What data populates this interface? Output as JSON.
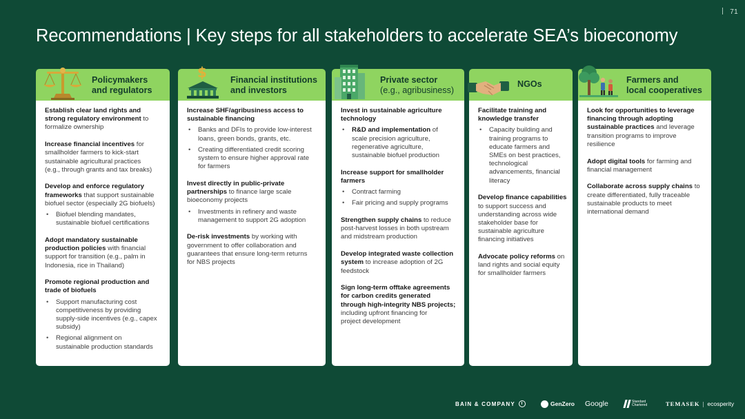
{
  "page_number": "71",
  "title": "Recommendations | Key steps for all stakeholders to accelerate SEA’s bioeconomy",
  "columns": [
    {
      "header": [
        "Policymakers",
        "and regulators"
      ],
      "icon": "scales-justice-icon",
      "blocks": [
        {
          "lines": [
            {
              "b": "Establish clear land rights and"
            },
            {
              "b": "strong regulatory environment",
              "n": " to"
            },
            {
              "n": "formalize ownership"
            }
          ]
        },
        {
          "lines": [
            {
              "b": "Increase financial incentives",
              "n": " for"
            },
            {
              "n": "smallholder farmers to kick-start"
            },
            {
              "n": "sustainable agricultural practices"
            },
            {
              "n": "(e.g., through grants and tax breaks)"
            }
          ]
        },
        {
          "lines": [
            {
              "b": "Develop and enforce regulatory"
            },
            {
              "b": "frameworks",
              "n": " that support sustainable"
            },
            {
              "n": "biofuel sector (especially 2G biofuels)"
            }
          ],
          "bullets": [
            [
              "Biofuel blending mandates,",
              "sustainable biofuel certifications"
            ]
          ]
        },
        {
          "lines": [
            {
              "b": "Adopt mandatory sustainable"
            },
            {
              "b": "production policies",
              "n": " with financial"
            },
            {
              "n": "support for transition (e.g., palm in"
            },
            {
              "n": "Indonesia, rice in Thailand)"
            }
          ]
        },
        {
          "lines": [
            {
              "b": "Promote regional production and"
            },
            {
              "b": "trade of biofuels"
            }
          ],
          "bullets": [
            [
              "Support manufacturing cost",
              "competitiveness by providing",
              "supply-side incentives (e.g., capex",
              "subsidy)"
            ],
            [
              "Regional alignment on",
              "sustainable production standards"
            ]
          ]
        }
      ]
    },
    {
      "header": [
        "Financial institutions",
        "and investors"
      ],
      "icon": "bank-money-icon",
      "blocks": [
        {
          "lines": [
            {
              "b": "Increase SHF/agribusiness access to"
            },
            {
              "b": "sustainable financing"
            }
          ],
          "bullets": [
            [
              "Banks and DFIs to provide low-interest",
              "loans, green bonds, grants, etc."
            ],
            [
              "Creating differentiated credit scoring",
              "system to ensure higher approval rate",
              "for farmers"
            ]
          ]
        },
        {
          "lines": [
            {
              "b": "Invest directly in public-private"
            },
            {
              "b": "partnerships",
              "n": " to finance large scale"
            },
            {
              "n": "bioeconomy projects"
            }
          ],
          "bullets": [
            [
              "Investments in refinery and waste",
              "management to support 2G adoption"
            ]
          ]
        },
        {
          "lines": [
            {
              "b": "De-risk investments",
              "n": " by working with"
            },
            {
              "n": "government to offer collaboration and"
            },
            {
              "n": "guarantees that ensure long-term returns"
            },
            {
              "n": "for NBS projects"
            }
          ]
        }
      ]
    },
    {
      "header": [
        "Private sector",
        "(e.g., agribusiness)"
      ],
      "icon": "office-building-icon",
      "blocks": [
        {
          "lines": [
            {
              "b": "Invest in sustainable agriculture"
            },
            {
              "b": "technology"
            }
          ],
          "bullets": [
            [
              "@R&D and implementation@ of",
              "scale precision agriculture,",
              "regenerative agriculture,",
              "sustainable biofuel production"
            ]
          ]
        },
        {
          "lines": [
            {
              "b": "Increase support for smallholder"
            },
            {
              "b": "farmers"
            }
          ],
          "bullets": [
            [
              "Contract farming"
            ],
            [
              "Fair pricing and supply programs"
            ]
          ]
        },
        {
          "lines": [
            {
              "b": "Strengthen supply chains",
              "n": " to reduce"
            },
            {
              "n": "post-harvest losses in both upstream"
            },
            {
              "n": "and midstream production"
            }
          ]
        },
        {
          "lines": [
            {
              "b": "Develop integrated waste collection"
            },
            {
              "b": "system",
              "n": " to increase adoption of 2G"
            },
            {
              "n": "feedstock"
            }
          ]
        },
        {
          "lines": [
            {
              "b": "Sign long-term offtake agreements"
            },
            {
              "b": "for carbon credits generated"
            },
            {
              "b": "through high-integrity NBS projects;"
            },
            {
              "n": "including upfront financing for"
            },
            {
              "n": "project development"
            }
          ]
        }
      ]
    },
    {
      "header": [
        "NGOs"
      ],
      "icon": "handshake-icon",
      "blocks": [
        {
          "lines": [
            {
              "b": "Facilitate training and"
            },
            {
              "b": "knowledge transfer"
            }
          ],
          "bullets": [
            [
              "Capacity building and",
              "training programs to",
              "educate farmers and",
              "SMEs on best practices,",
              "technological",
              "advancements, financial",
              "literacy"
            ]
          ]
        },
        {
          "lines": [
            {
              "b": "Develop finance capabilities"
            },
            {
              "n": "to support success and"
            },
            {
              "n": "understanding across wide"
            },
            {
              "n": "stakeholder base for"
            },
            {
              "n": "sustainable agriculture"
            },
            {
              "n": "financing initiatives"
            }
          ]
        },
        {
          "lines": [
            {
              "b": "Advocate policy reforms",
              "n": " on"
            },
            {
              "n": "land rights and social equity"
            },
            {
              "n": "for smallholder farmers"
            }
          ]
        }
      ]
    },
    {
      "header": [
        "Farmers and",
        "local cooperatives"
      ],
      "icon": "farmers-tree-icon",
      "blocks": [
        {
          "lines": [
            {
              "b": "Look for opportunities to leverage"
            },
            {
              "b": "financing through adopting"
            },
            {
              "b": "sustainable practices",
              "n": " and leverage"
            },
            {
              "n": "transition programs to improve"
            },
            {
              "n": "resilience"
            }
          ]
        },
        {
          "lines": [
            {
              "b": "Adopt digital tools",
              "n": " for farming and"
            },
            {
              "n": "financial management"
            }
          ]
        },
        {
          "lines": [
            {
              "b": "Collaborate across supply chains",
              "n": " to"
            },
            {
              "n": "create differentiated, fully traceable"
            },
            {
              "n": "sustainable products to meet"
            },
            {
              "n": "international demand"
            }
          ]
        }
      ]
    }
  ],
  "footer_logos": [
    "BAIN & COMPANY",
    "GenZero",
    "Google",
    "Standard Chartered",
    "TEMASEK",
    "ecosperity"
  ]
}
